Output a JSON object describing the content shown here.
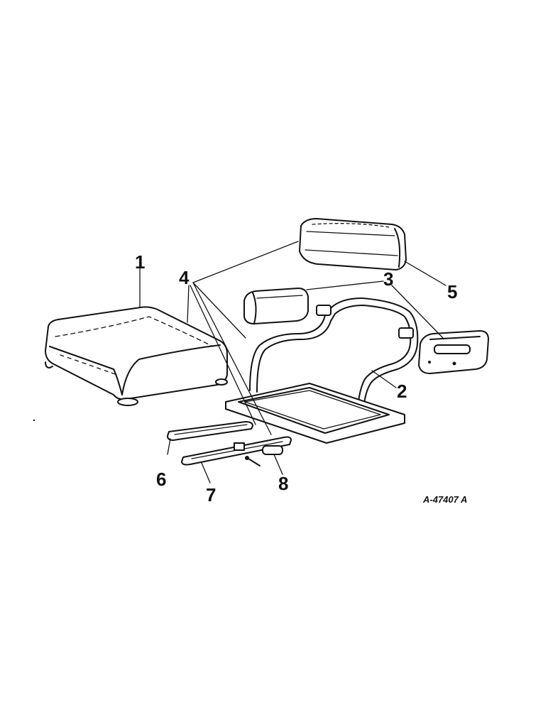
{
  "labels": {
    "p1": "1",
    "p2": "2",
    "p3": "3",
    "p4": "4",
    "p5": "5",
    "p6": "6",
    "p7": "7",
    "p8": "8"
  },
  "reference_code": "A-47407 A",
  "colors": {
    "ink": "#111111",
    "paper": "#ffffff"
  }
}
